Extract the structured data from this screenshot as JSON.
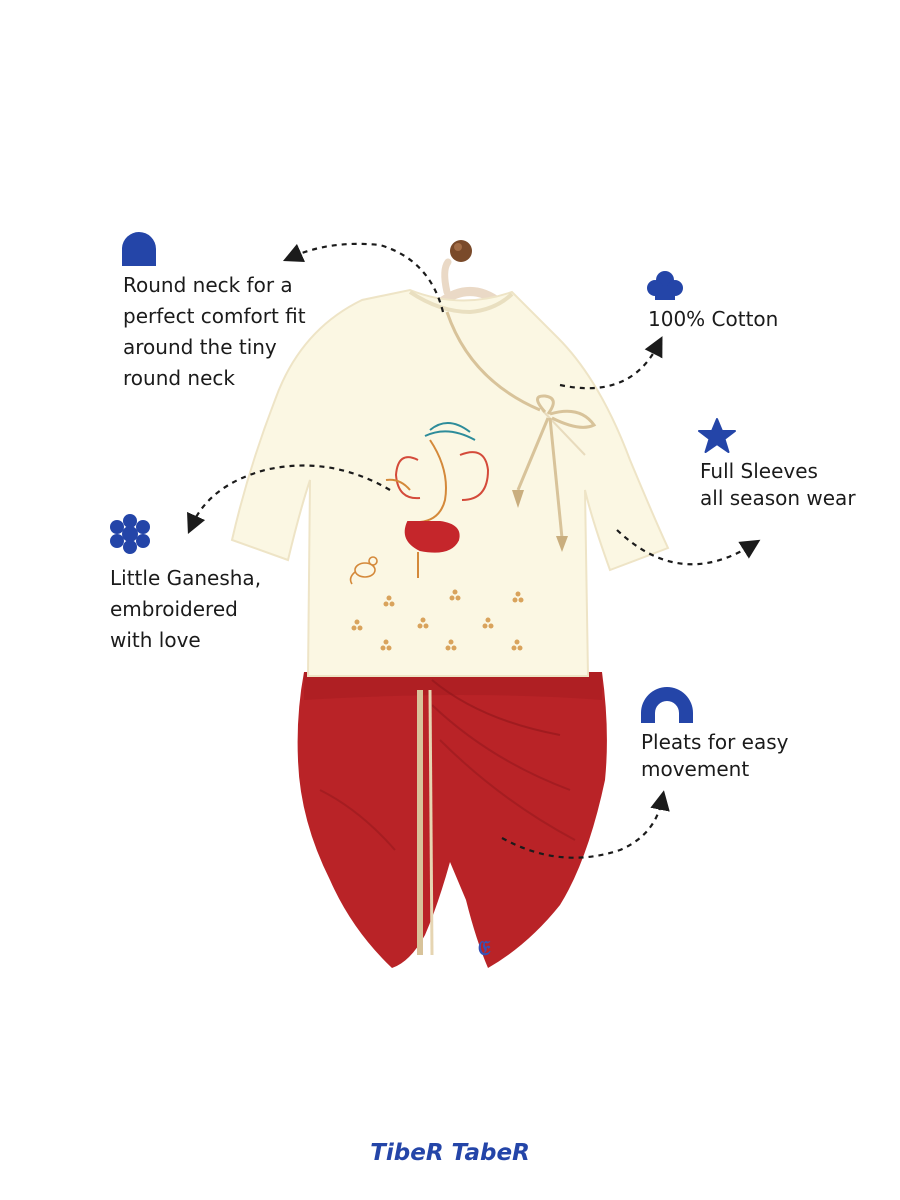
{
  "colors": {
    "accent": "#2445a8",
    "kurta": "#fbf7e3",
    "dhoti": "#b92327",
    "border": "#d8c39a",
    "text": "#1b1b1b"
  },
  "features": {
    "neck": {
      "icon": "quarter-circle-icon",
      "text": "Round neck for a\nperfect comfort fit\naround the tiny\nround neck"
    },
    "cotton": {
      "icon": "cloud-icon",
      "text": "100% Cotton"
    },
    "sleeves": {
      "icon": "star-icon",
      "text": "Full Sleeves\nall season wear"
    },
    "ganesha": {
      "icon": "flower-icon",
      "text": "Little Ganesha,\nembroidered\nwith love"
    },
    "pleats": {
      "icon": "arch-icon",
      "text": "Pleats for easy\nmovement"
    }
  },
  "brand": {
    "logo_text": "TibeR TabeR"
  }
}
